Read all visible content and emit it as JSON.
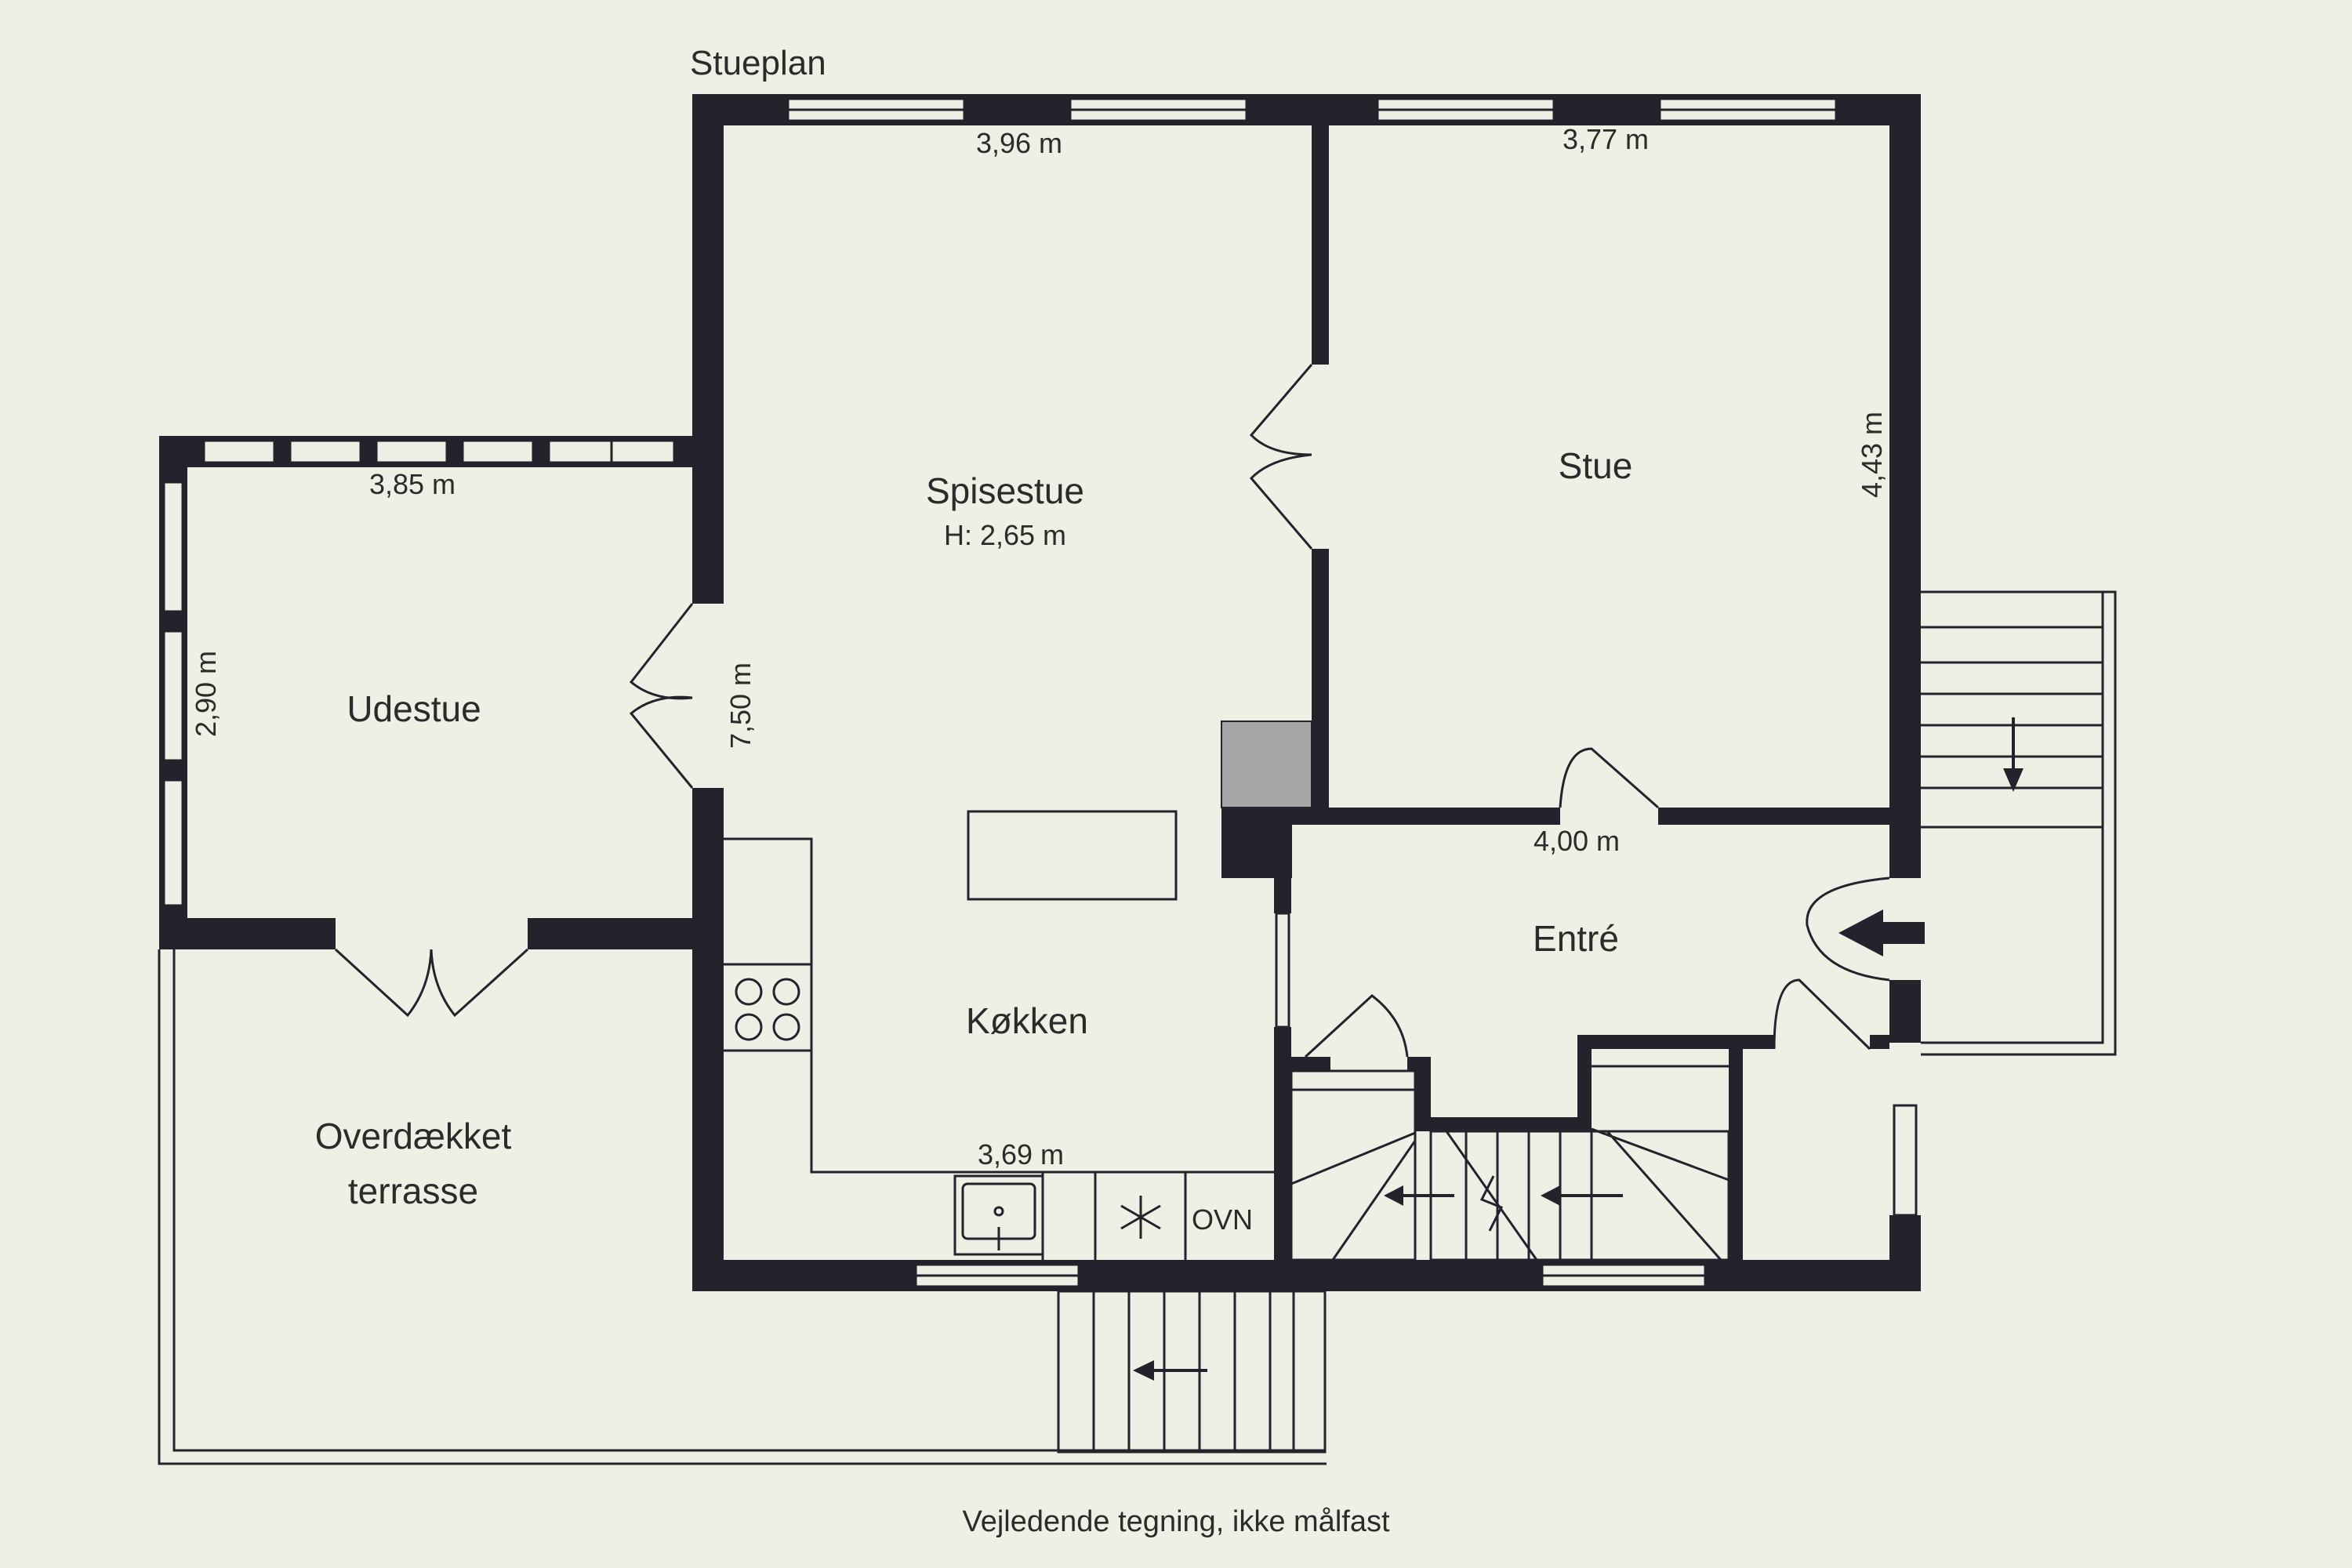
{
  "plan": {
    "title": "Stueplan",
    "footer_note": "Vejledende tegning, ikke målfast"
  },
  "rooms": {
    "spisestue": "Spisestue",
    "spisestue_height": "H: 2,65 m",
    "stue": "Stue",
    "udestue": "Udestue",
    "entre": "Entré",
    "koekken": "Køkken",
    "terrasse_line1": "Overdækket",
    "terrasse_line2": "terrasse",
    "ovn": "OVN"
  },
  "dimensions": {
    "spisestue_width": "3,96 m",
    "stue_width": "3,77 m",
    "stue_depth": "4,43 m",
    "udestue_width": "3,85 m",
    "udestue_depth": "2,90 m",
    "spisestue_length": "7,50 m",
    "entre_width": "4,00 m",
    "koekken_width": "3,69 m"
  },
  "colors": {
    "background": "#f0efe6",
    "wall": "#24222a",
    "chimney": "#a6a6a6"
  }
}
